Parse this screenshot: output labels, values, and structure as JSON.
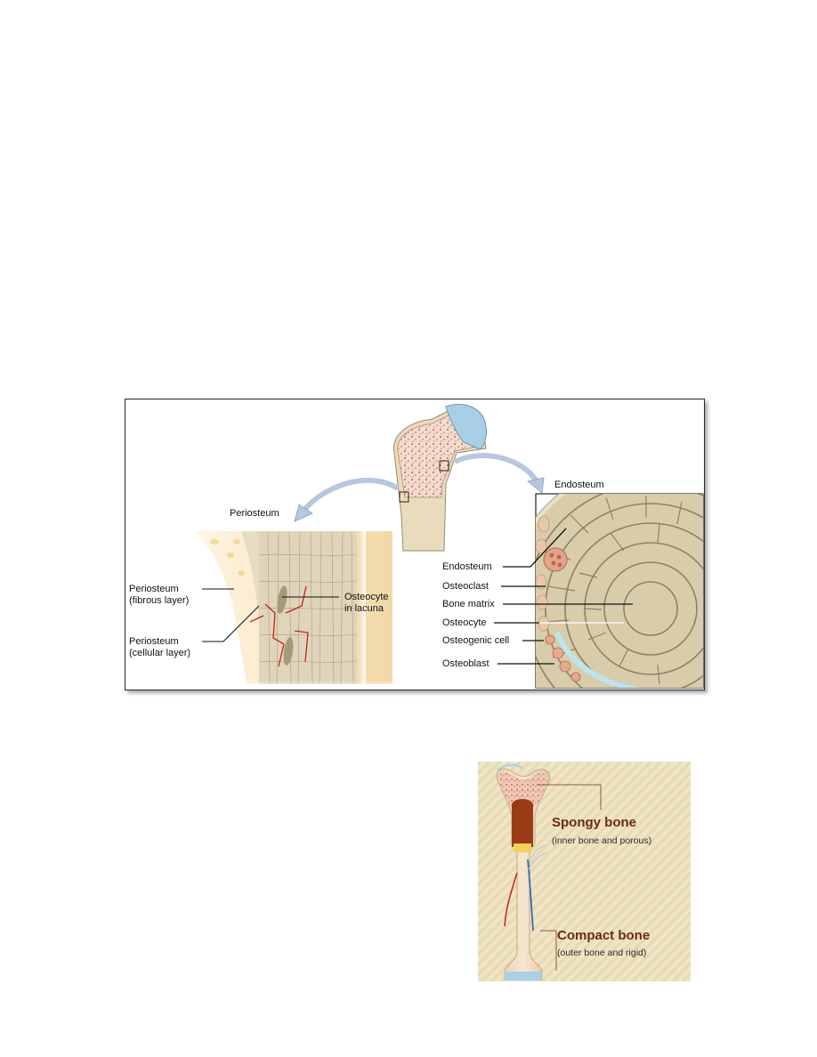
{
  "figure1": {
    "center_label": "Endosteum",
    "left_title": "Periosteum",
    "left_labels": [
      {
        "id": "periosteum-fibrous",
        "lines": [
          "Periosteum",
          "(fibrous layer)"
        ]
      },
      {
        "id": "periosteum-cellular",
        "lines": [
          "Periosteum",
          "(cellular layer)"
        ]
      }
    ],
    "osteocyte_label": [
      "Osteocyte",
      "in lacuna"
    ],
    "right_labels": [
      "Endosteum",
      "Osteoclast",
      "Bone matrix",
      "Osteocyte",
      "Osteogenic cell",
      "Osteoblast"
    ]
  },
  "figure2": {
    "spongy_title": "Spongy bone",
    "spongy_sub": "(inner bone and porous)",
    "compact_title": "Compact bone",
    "compact_sub": "(outer bone and rigid)"
  },
  "colors": {
    "bone_tan": "#e8d8b4",
    "spongy_fill": "#f1d9c4",
    "cartilage_blue": "#a9cfe6",
    "marrow_red": "#9a3a16",
    "arrow_blue": "#b7c7de",
    "label_brown": "#6b2a16",
    "figure2_bg": "#efe4c4"
  }
}
